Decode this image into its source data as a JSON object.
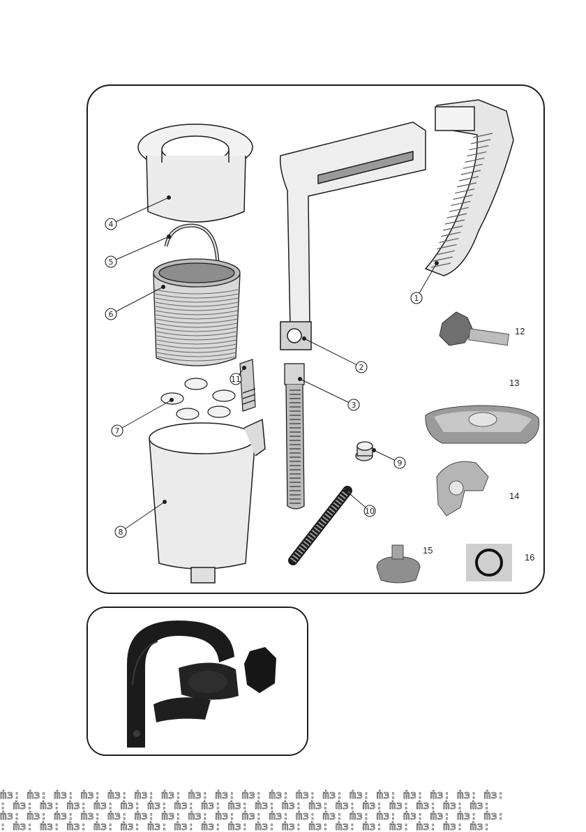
{
  "colors": {
    "outline": "#1c1c1c",
    "part_light": "#e6e6e6",
    "part_mid": "#bdbdbd",
    "part_dark": "#7a7a7a",
    "photo_black": "#1b1b1b"
  },
  "callouts": [
    {
      "id": "1",
      "label": "1"
    },
    {
      "id": "2",
      "label": "2"
    },
    {
      "id": "3",
      "label": "3"
    },
    {
      "id": "4",
      "label": "4"
    },
    {
      "id": "5",
      "label": "5"
    },
    {
      "id": "6",
      "label": "6"
    },
    {
      "id": "7",
      "label": "7"
    },
    {
      "id": "8",
      "label": "8"
    },
    {
      "id": "9",
      "label": "9"
    },
    {
      "id": "10",
      "label": "10"
    },
    {
      "id": "11",
      "label": "11"
    }
  ],
  "photo_labels": {
    "p12": "12",
    "p13": "13",
    "p14": "14",
    "p15": "15",
    "p16": "16"
  },
  "footer": {
    "pattern_row": "ṁɜ: ṁɜ: ṁɜ: ṁɜ: ṁɜ: ṁɜ: ṁɜ: ṁɜ: ṁɜ: ṁɜ: ṁɜ: ṁɜ: ṁɜ: ṁɜ: ṁɜ: ṁɜ: ṁɜ: ṁɜ: ṁɜ:"
  }
}
